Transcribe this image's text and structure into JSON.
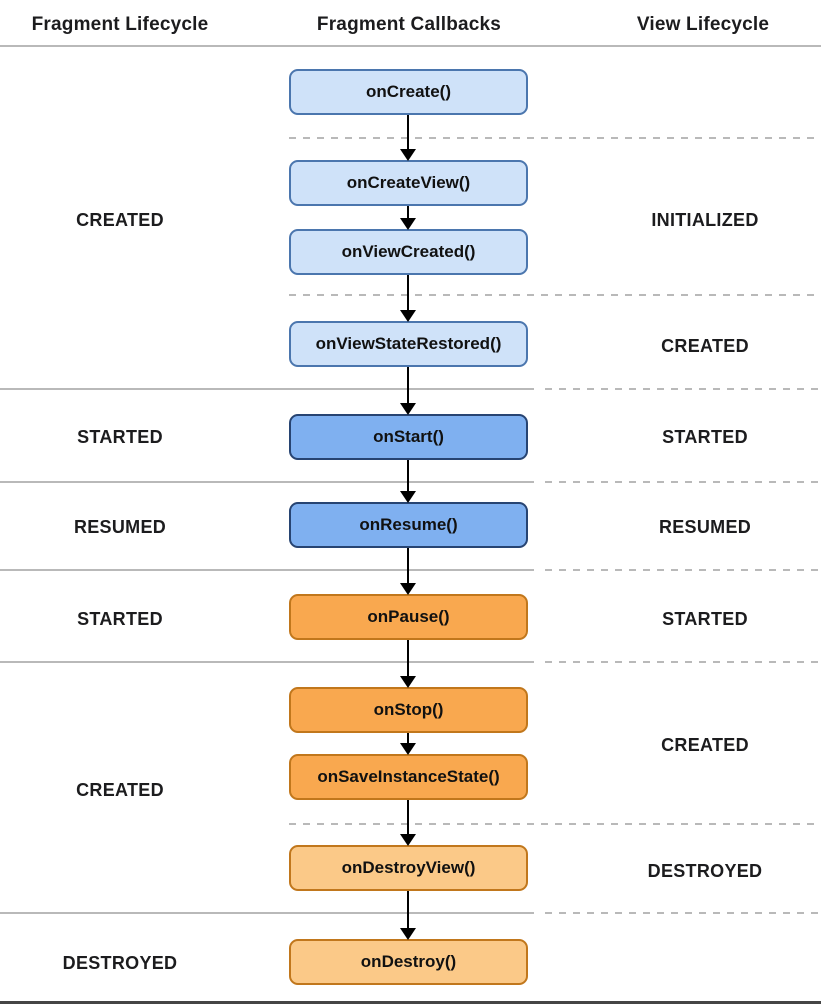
{
  "headers": [
    {
      "label": "Fragment Lifecycle"
    },
    {
      "label": "Fragment Callbacks"
    },
    {
      "label": "View Lifecycle"
    }
  ],
  "callbacks": [
    {
      "label": "onCreate()",
      "palette": "blue_light"
    },
    {
      "label": "onCreateView()",
      "palette": "blue_light"
    },
    {
      "label": "onViewCreated()",
      "palette": "blue_light"
    },
    {
      "label": "onViewStateRestored()",
      "palette": "blue_light"
    },
    {
      "label": "onStart()",
      "palette": "blue_medium"
    },
    {
      "label": "onResume()",
      "palette": "blue_medium"
    },
    {
      "label": "onPause()",
      "palette": "orange_medium"
    },
    {
      "label": "onStop()",
      "palette": "orange_medium"
    },
    {
      "label": "onSaveInstanceState()",
      "palette": "orange_medium"
    },
    {
      "label": "onDestroyView()",
      "palette": "orange_light"
    },
    {
      "label": "onDestroy()",
      "palette": "orange_light"
    }
  ],
  "fragment_states": [
    {
      "label": "CREATED"
    },
    {
      "label": "STARTED"
    },
    {
      "label": "RESUMED"
    },
    {
      "label": "STARTED"
    },
    {
      "label": "CREATED"
    },
    {
      "label": "DESTROYED"
    }
  ],
  "view_states": [
    {
      "label": "INITIALIZED"
    },
    {
      "label": "CREATED"
    },
    {
      "label": "STARTED"
    },
    {
      "label": "RESUMED"
    },
    {
      "label": "STARTED"
    },
    {
      "label": "CREATED"
    },
    {
      "label": "DESTROYED"
    }
  ],
  "colors": {
    "blue_light": {
      "fill": "#cfe2f9",
      "border": "#4b76ae"
    },
    "blue_medium": {
      "fill": "#7fb0f0",
      "border": "#274472"
    },
    "orange_medium": {
      "fill": "#f9a84f",
      "border": "#c1771c"
    },
    "orange_light": {
      "fill": "#fbc988",
      "border": "#c1771c"
    },
    "separator": "#b9b9b9",
    "arrow": "#000000",
    "text": "#1c1c1e",
    "background": "#ffffff"
  }
}
